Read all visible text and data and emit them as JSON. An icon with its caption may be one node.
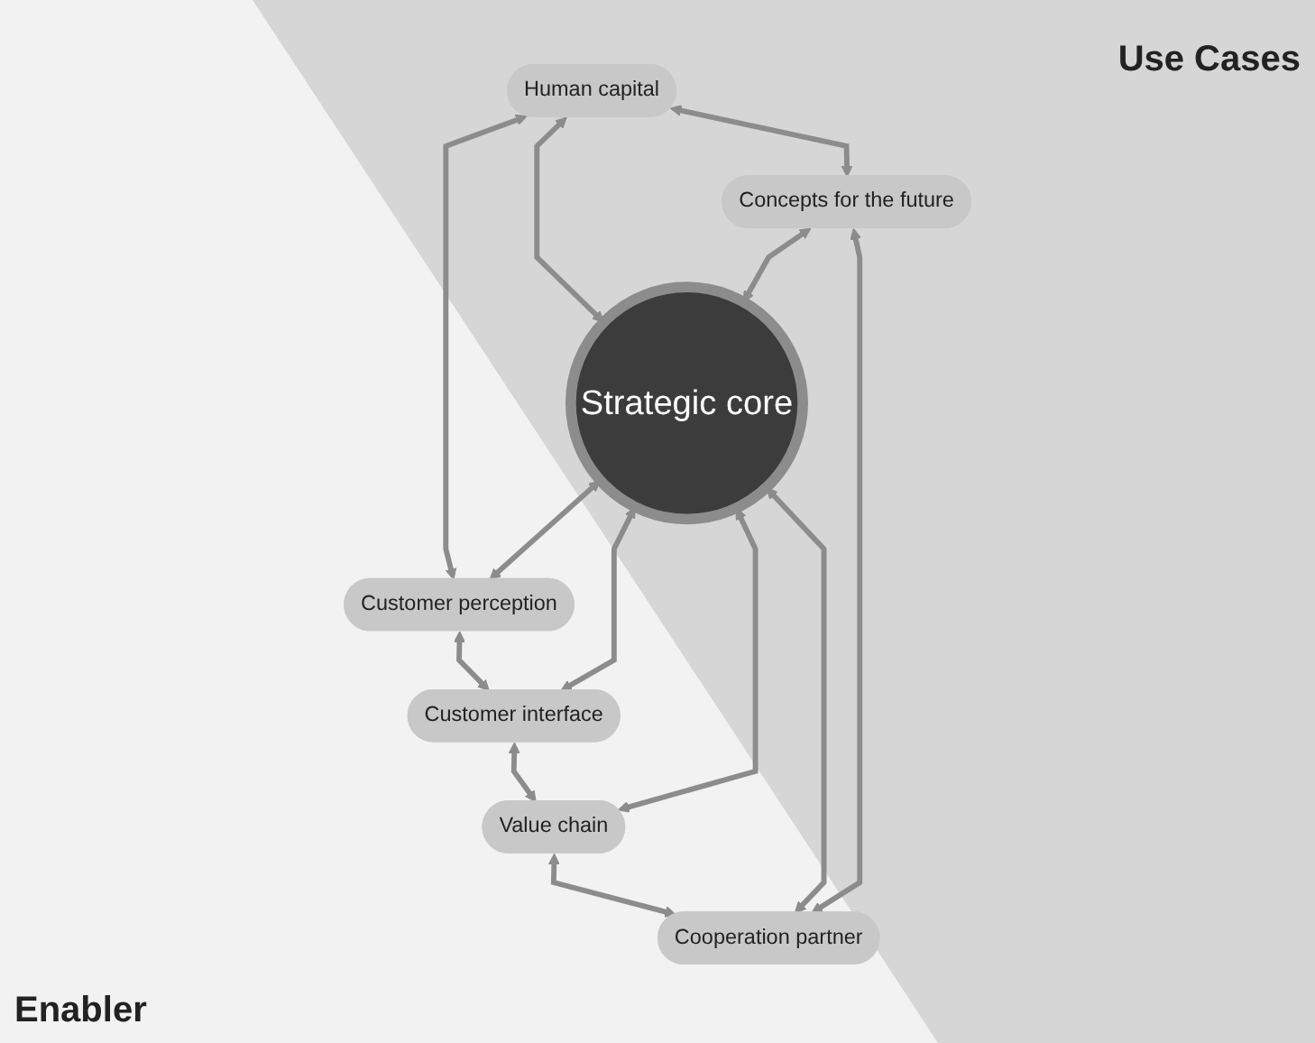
{
  "diagram": {
    "nodes": [
      {
        "text": [
          "Customer perception"
        ]
      },
      {
        "text": [
          "Human capital"
        ]
      },
      {
        "text": [
          "Customer interface"
        ]
      },
      {
        "text": [
          "Strategic core"
        ]
      },
      {
        "text": [
          "Concepts for the future"
        ]
      },
      {
        "text": [
          "Value chain"
        ]
      },
      {
        "text": [
          "Cooperation partner"
        ]
      }
    ],
    "edges": [
      {
        "from": 1,
        "to": 0,
        "arrow": "both"
      },
      {
        "from": 0,
        "to": 2,
        "arrow": "both"
      },
      {
        "from": 3,
        "to": 0,
        "arrow": "both"
      },
      {
        "from": 1,
        "to": 3,
        "arrow": "both"
      },
      {
        "from": 3,
        "to": 2,
        "arrow": "both"
      },
      {
        "from": 1,
        "to": 4,
        "arrow": "both"
      },
      {
        "from": 2,
        "to": 5,
        "arrow": "both"
      },
      {
        "from": 4,
        "to": 3,
        "arrow": "both"
      },
      {
        "from": 3,
        "to": 5,
        "arrow": "both"
      },
      {
        "from": 3,
        "to": 6,
        "arrow": "both"
      },
      {
        "from": 4,
        "to": 6,
        "arrow": "both"
      },
      {
        "from": 5,
        "to": 6,
        "arrow": "both"
      }
    ],
    "labels": [
      "Use Cases",
      "Enabler"
    ]
  }
}
